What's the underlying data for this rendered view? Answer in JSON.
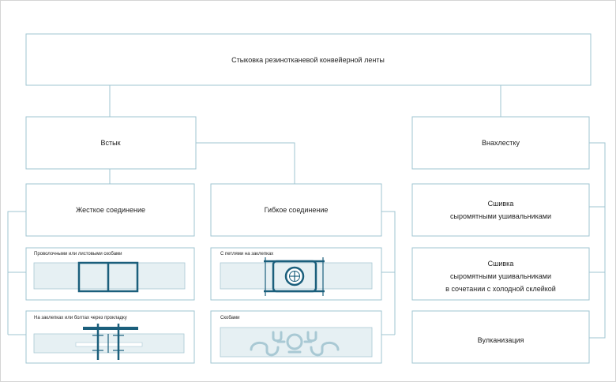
{
  "diagram": {
    "root": "Стыковка резинотканевой конвейерной ленты",
    "butt": "Встык",
    "overlap": "Внахлестку",
    "rigid": "Жесткое соединение",
    "flexible": "Гибкое соединение",
    "stitch_line1": "Сшивка",
    "stitch_line2": "сыромятными ушивальниками",
    "stitch_glue_line1": "Сшивка",
    "stitch_glue_line2": "сыромятными ушивальниками",
    "stitch_glue_line3": "в сочетании с холодной склейкой",
    "vulcanization": "Вулканизация",
    "wire_staples": "Проволочными или листовыми скобами",
    "rivets_bolts": "На заклепках или болтах через прокладку",
    "loops_rivets": "С петлями на заклепках",
    "staples": "Скобами"
  },
  "colors": {
    "line": "#9fc4d2",
    "accent": "#1b5f7c",
    "belt": "#e6f0f3"
  }
}
